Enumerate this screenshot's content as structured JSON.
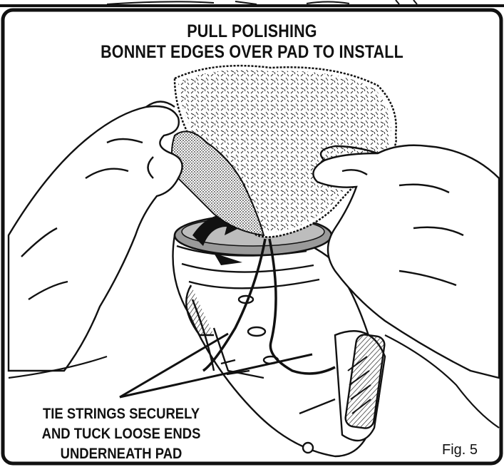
{
  "heading": {
    "line1": "PULL POLISHING",
    "line2": "BONNET EDGES OVER PAD TO INSTALL"
  },
  "callout": {
    "line1": "TIE STRINGS SECURELY",
    "line2": "AND TUCK LOOSE ENDS",
    "line3": "UNDERNEATH PAD"
  },
  "figure_label": "Fig. 5"
}
